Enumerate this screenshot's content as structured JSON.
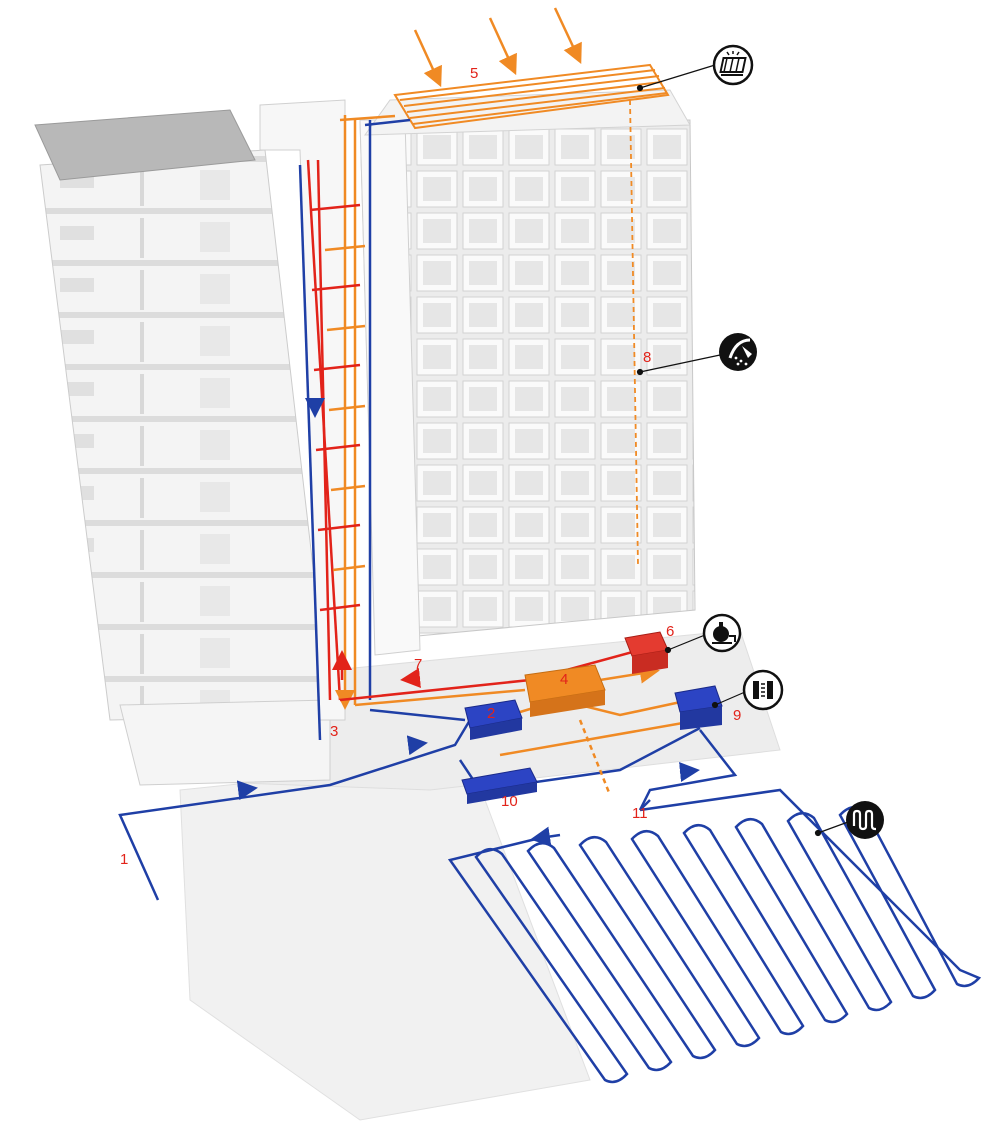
{
  "colors": {
    "cold_pipe": "#1f3fa6",
    "hot_pipe": "#e2231a",
    "warm_pipe": "#f08a24",
    "label_text": "#e2231a",
    "leader_line": "#111111",
    "building": "#f2f2f2",
    "building_edge": "#cfcfcf"
  },
  "labels": {
    "n1": "1",
    "n2": "2",
    "n3": "3",
    "n4": "4",
    "n5": "5",
    "n6": "6",
    "n7": "7",
    "n8": "8",
    "n9": "9",
    "n10": "10",
    "n11": "11"
  },
  "icons": {
    "solar_collector": "solar-collector-icon",
    "shower": "shower-icon",
    "boiler_tank": "boiler-tank-icon",
    "heat_exchanger": "heat-exchanger-icon",
    "underfloor_loop": "underfloor-loop-icon"
  }
}
